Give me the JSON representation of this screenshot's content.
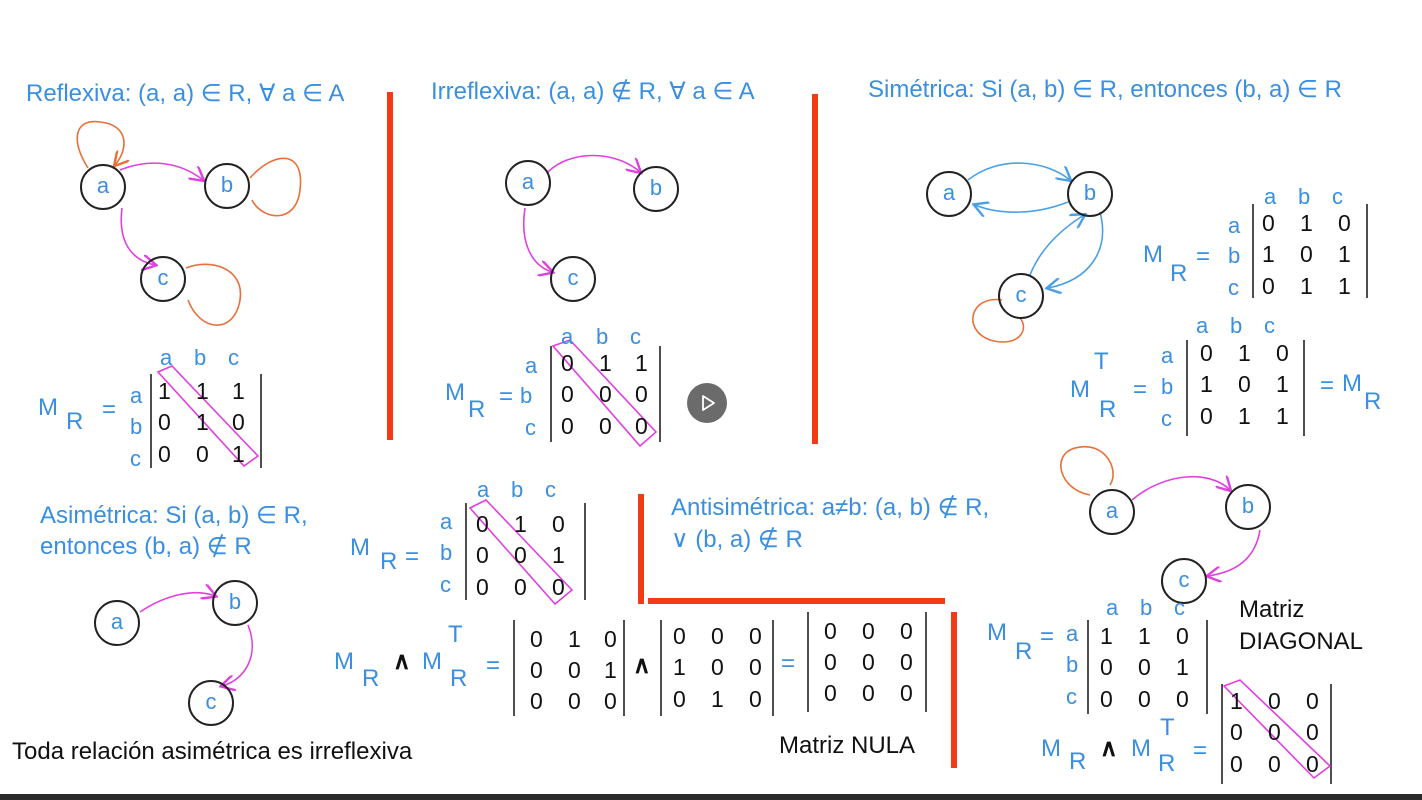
{
  "colors": {
    "text_blue": "#3a8fe0",
    "divider": "#f03c14",
    "loop": "#e8703a",
    "edge_magenta": "#e040e0",
    "edge_blue": "#4aa0e8",
    "diag_box": "#e040e0"
  },
  "headings": {
    "reflexiva": "Reflexiva: (a, a) ∈ R, ∀ a ∈ A",
    "irreflexiva": "Irreflexiva: (a, a) ∉ R, ∀ a ∈ A",
    "simetrica": "Simétrica: Si (a, b) ∈ R, entonces (b, a) ∈ R",
    "asimetrica_1": "Asimétrica: Si (a, b) ∈ R,",
    "asimetrica_2": "entonces (b, a) ∉ R",
    "antisimetrica_1": "Antisimétrica: a≠b: (a, b) ∉ R,",
    "antisimetrica_2": "∨ (b, a) ∉ R"
  },
  "nodes": {
    "a": "a",
    "b": "b",
    "c": "c"
  },
  "symbols": {
    "M": "M",
    "R": "R",
    "T": "T",
    "eq": "=",
    "and": "∧"
  },
  "matrices": {
    "headers": [
      "a",
      "b",
      "c"
    ],
    "rows_labels": [
      "a",
      "b",
      "c"
    ],
    "reflexiva": [
      [
        "1",
        "1",
        "1"
      ],
      [
        "0",
        "1",
        "0"
      ],
      [
        "0",
        "0",
        "1"
      ]
    ],
    "irreflexiva": [
      [
        "0",
        "1",
        "1"
      ],
      [
        "0",
        "0",
        "0"
      ],
      [
        "0",
        "0",
        "0"
      ]
    ],
    "simetrica": [
      [
        "0",
        "1",
        "0"
      ],
      [
        "1",
        "0",
        "1"
      ],
      [
        "0",
        "1",
        "1"
      ]
    ],
    "simetrica_T": [
      [
        "0",
        "1",
        "0"
      ],
      [
        "1",
        "0",
        "1"
      ],
      [
        "0",
        "1",
        "1"
      ]
    ],
    "asimetrica": [
      [
        "0",
        "1",
        "0"
      ],
      [
        "0",
        "0",
        "1"
      ],
      [
        "0",
        "0",
        "0"
      ]
    ],
    "nula_left": [
      [
        "0",
        "1",
        "0"
      ],
      [
        "0",
        "0",
        "1"
      ],
      [
        "0",
        "0",
        "0"
      ]
    ],
    "nula_mid": [
      [
        "0",
        "0",
        "0"
      ],
      [
        "1",
        "0",
        "0"
      ],
      [
        "0",
        "1",
        "0"
      ]
    ],
    "nula_result": [
      [
        "0",
        "0",
        "0"
      ],
      [
        "0",
        "0",
        "0"
      ],
      [
        "0",
        "0",
        "0"
      ]
    ],
    "anti": [
      [
        "1",
        "1",
        "0"
      ],
      [
        "0",
        "0",
        "1"
      ],
      [
        "0",
        "0",
        "0"
      ]
    ],
    "diagonal": [
      [
        "1",
        "0",
        "0"
      ],
      [
        "0",
        "0",
        "0"
      ],
      [
        "0",
        "0",
        "0"
      ]
    ]
  },
  "notes": {
    "toda": "Toda relación asimétrica es irreflexiva",
    "nula": "Matriz NULA",
    "diagonal_1": "Matriz",
    "diagonal_2": "DIAGONAL"
  },
  "player": {
    "play_icon": "play-icon"
  }
}
